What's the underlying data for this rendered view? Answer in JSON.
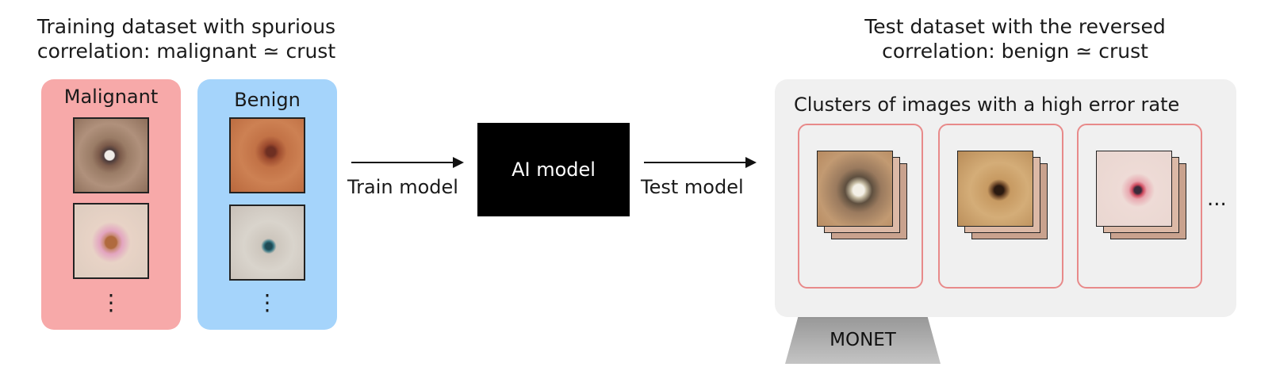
{
  "training_caption": {
    "line1": "Training dataset with spurious",
    "line2": "correlation: malignant ≃ crust"
  },
  "test_caption": {
    "line1": "Test dataset with the reversed",
    "line2": "correlation: benign ≃ crust"
  },
  "malignant_panel": {
    "title": "Malignant",
    "more": "⋮",
    "color": "#f7a9a9"
  },
  "benign_panel": {
    "title": "Benign",
    "more": "⋮",
    "color": "#a5d4fb"
  },
  "train_step": {
    "label": "Train model"
  },
  "model": {
    "label": "AI model"
  },
  "test_step": {
    "label": "Test model"
  },
  "clusters_panel": {
    "title": "Clusters of images with a high error rate",
    "more": "...",
    "color": "#f0f0f0",
    "cluster_border_color": "#e88a8a"
  },
  "monet": {
    "label": "MONET"
  }
}
